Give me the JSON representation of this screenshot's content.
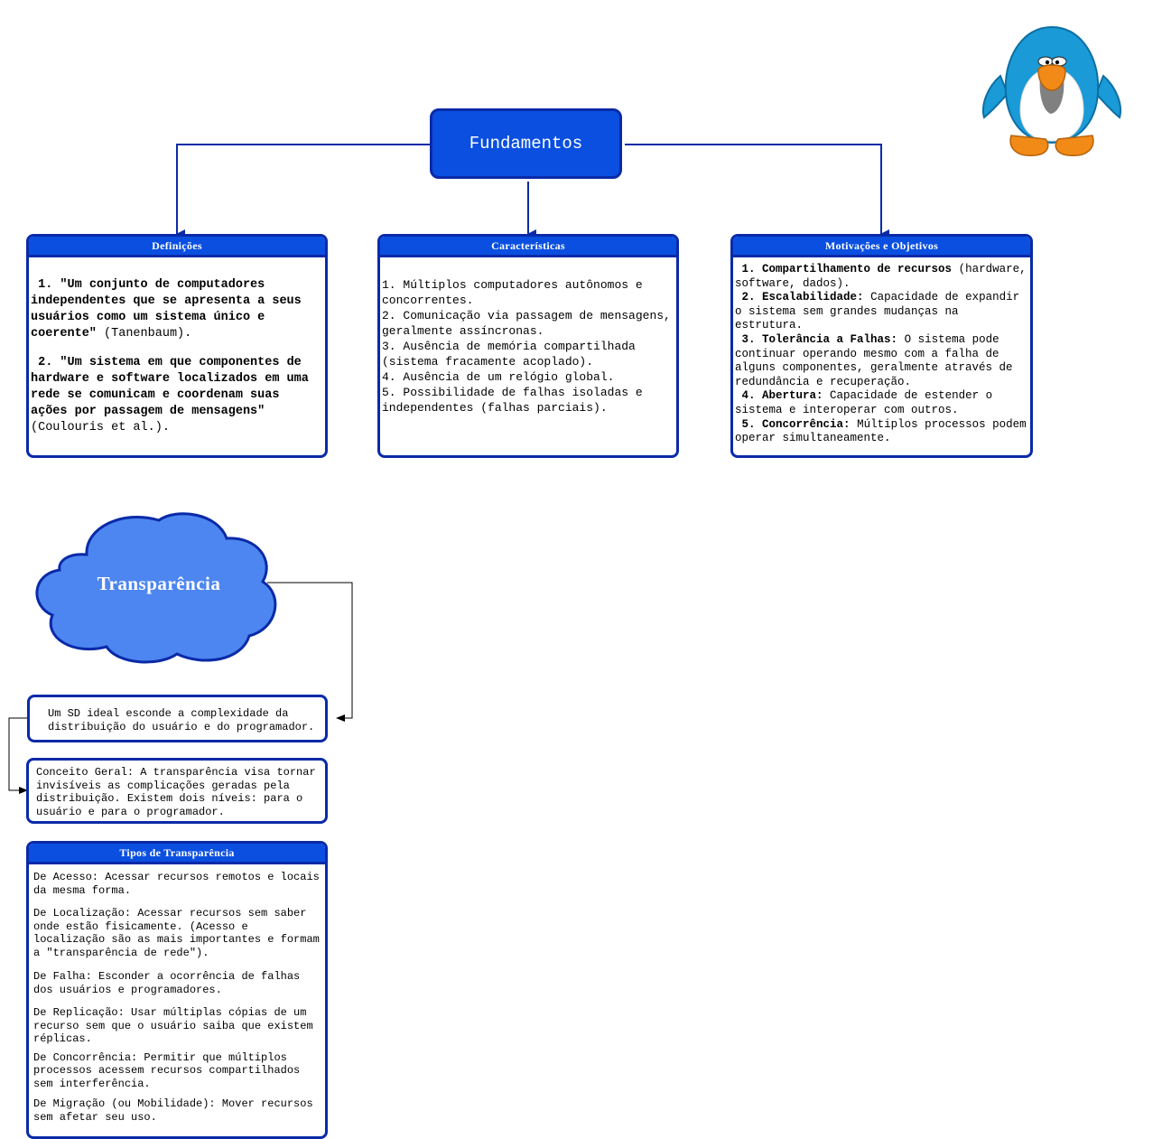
{
  "root": {
    "label": "Fundamentos"
  },
  "definicoes": {
    "header": "Definições",
    "items": [
      {
        "num": "1.",
        "quote": "\"Um conjunto de computadores independentes que se apresenta a seus usuários como um sistema único e coerente\"",
        "source": "(Tanenbaum)."
      },
      {
        "num": "2.",
        "quote": "\"Um sistema em que componentes de hardware e software localizados em uma rede se comunicam e coordenam suas ações por passagem de mensagens\"",
        "source": "(Coulouris et al.)."
      }
    ]
  },
  "caracteristicas": {
    "header": "Características",
    "items": [
      "1. Múltiplos computadores autônomos e concorrentes.",
      "2. Comunicação via passagem de mensagens, geralmente assíncronas.",
      "3. Ausência de memória compartilhada (sistema fracamente acoplado).",
      "4. Ausência de um relógio global.",
      "5. Possibilidade de falhas isoladas e independentes (falhas parciais)."
    ]
  },
  "motivacoes": {
    "header": "Motivações e Objetivos",
    "items": [
      {
        "title": "1. Compartilhamento de recursos",
        "text": "(hardware, software, dados)."
      },
      {
        "title": "2. Escalabilidade:",
        "text": "Capacidade de expandir o sistema sem grandes mudanças na estrutura."
      },
      {
        "title": "3. Tolerância a Falhas:",
        "text": "O sistema pode continuar operando mesmo com a falha de alguns componentes, geralmente através de redundância e recuperação."
      },
      {
        "title": "4. Abertura:",
        "text": "Capacidade de estender o sistema e interoperar com outros."
      },
      {
        "title": "5. Concorrência:",
        "text": "Múltiplos processos podem operar simultaneamente."
      }
    ]
  },
  "transparencia": {
    "cloud_label": "Transparência",
    "ideal": "Um SD ideal esconde a complexidade da distribuição do usuário e do programador.",
    "conceito": "Conceito Geral: A transparência visa tornar invisíveis  as complicações geradas pela distribuição. Existem dois níveis: para o usuário e para o programador.",
    "tipos_header": "Tipos de Transparência",
    "tipos": [
      "De Acesso: Acessar recursos remotos e locais da mesma forma.",
      "De Localização: Acessar recursos sem saber onde estão fisicamente. (Acesso e localização são as mais importantes e formam a \"transparência de rede\").",
      "De Falha: Esconder a ocorrência de falhas dos usuários e programadores.",
      "De Replicação: Usar múltiplas cópias de um recurso sem que o usuário saiba que existem réplicas.",
      "De Concorrência: Permitir que múltiplos processos acessem recursos compartilhados sem interferência.",
      "De Migração (ou Mobilidade): Mover recursos sem afetar seu uso."
    ]
  },
  "colors": {
    "node_fill": "#0a4fe0",
    "node_border": "#0a2aa8",
    "cloud_fill": "#4d86f0"
  },
  "icons": {
    "mascot": "penguin-mascot-icon"
  }
}
